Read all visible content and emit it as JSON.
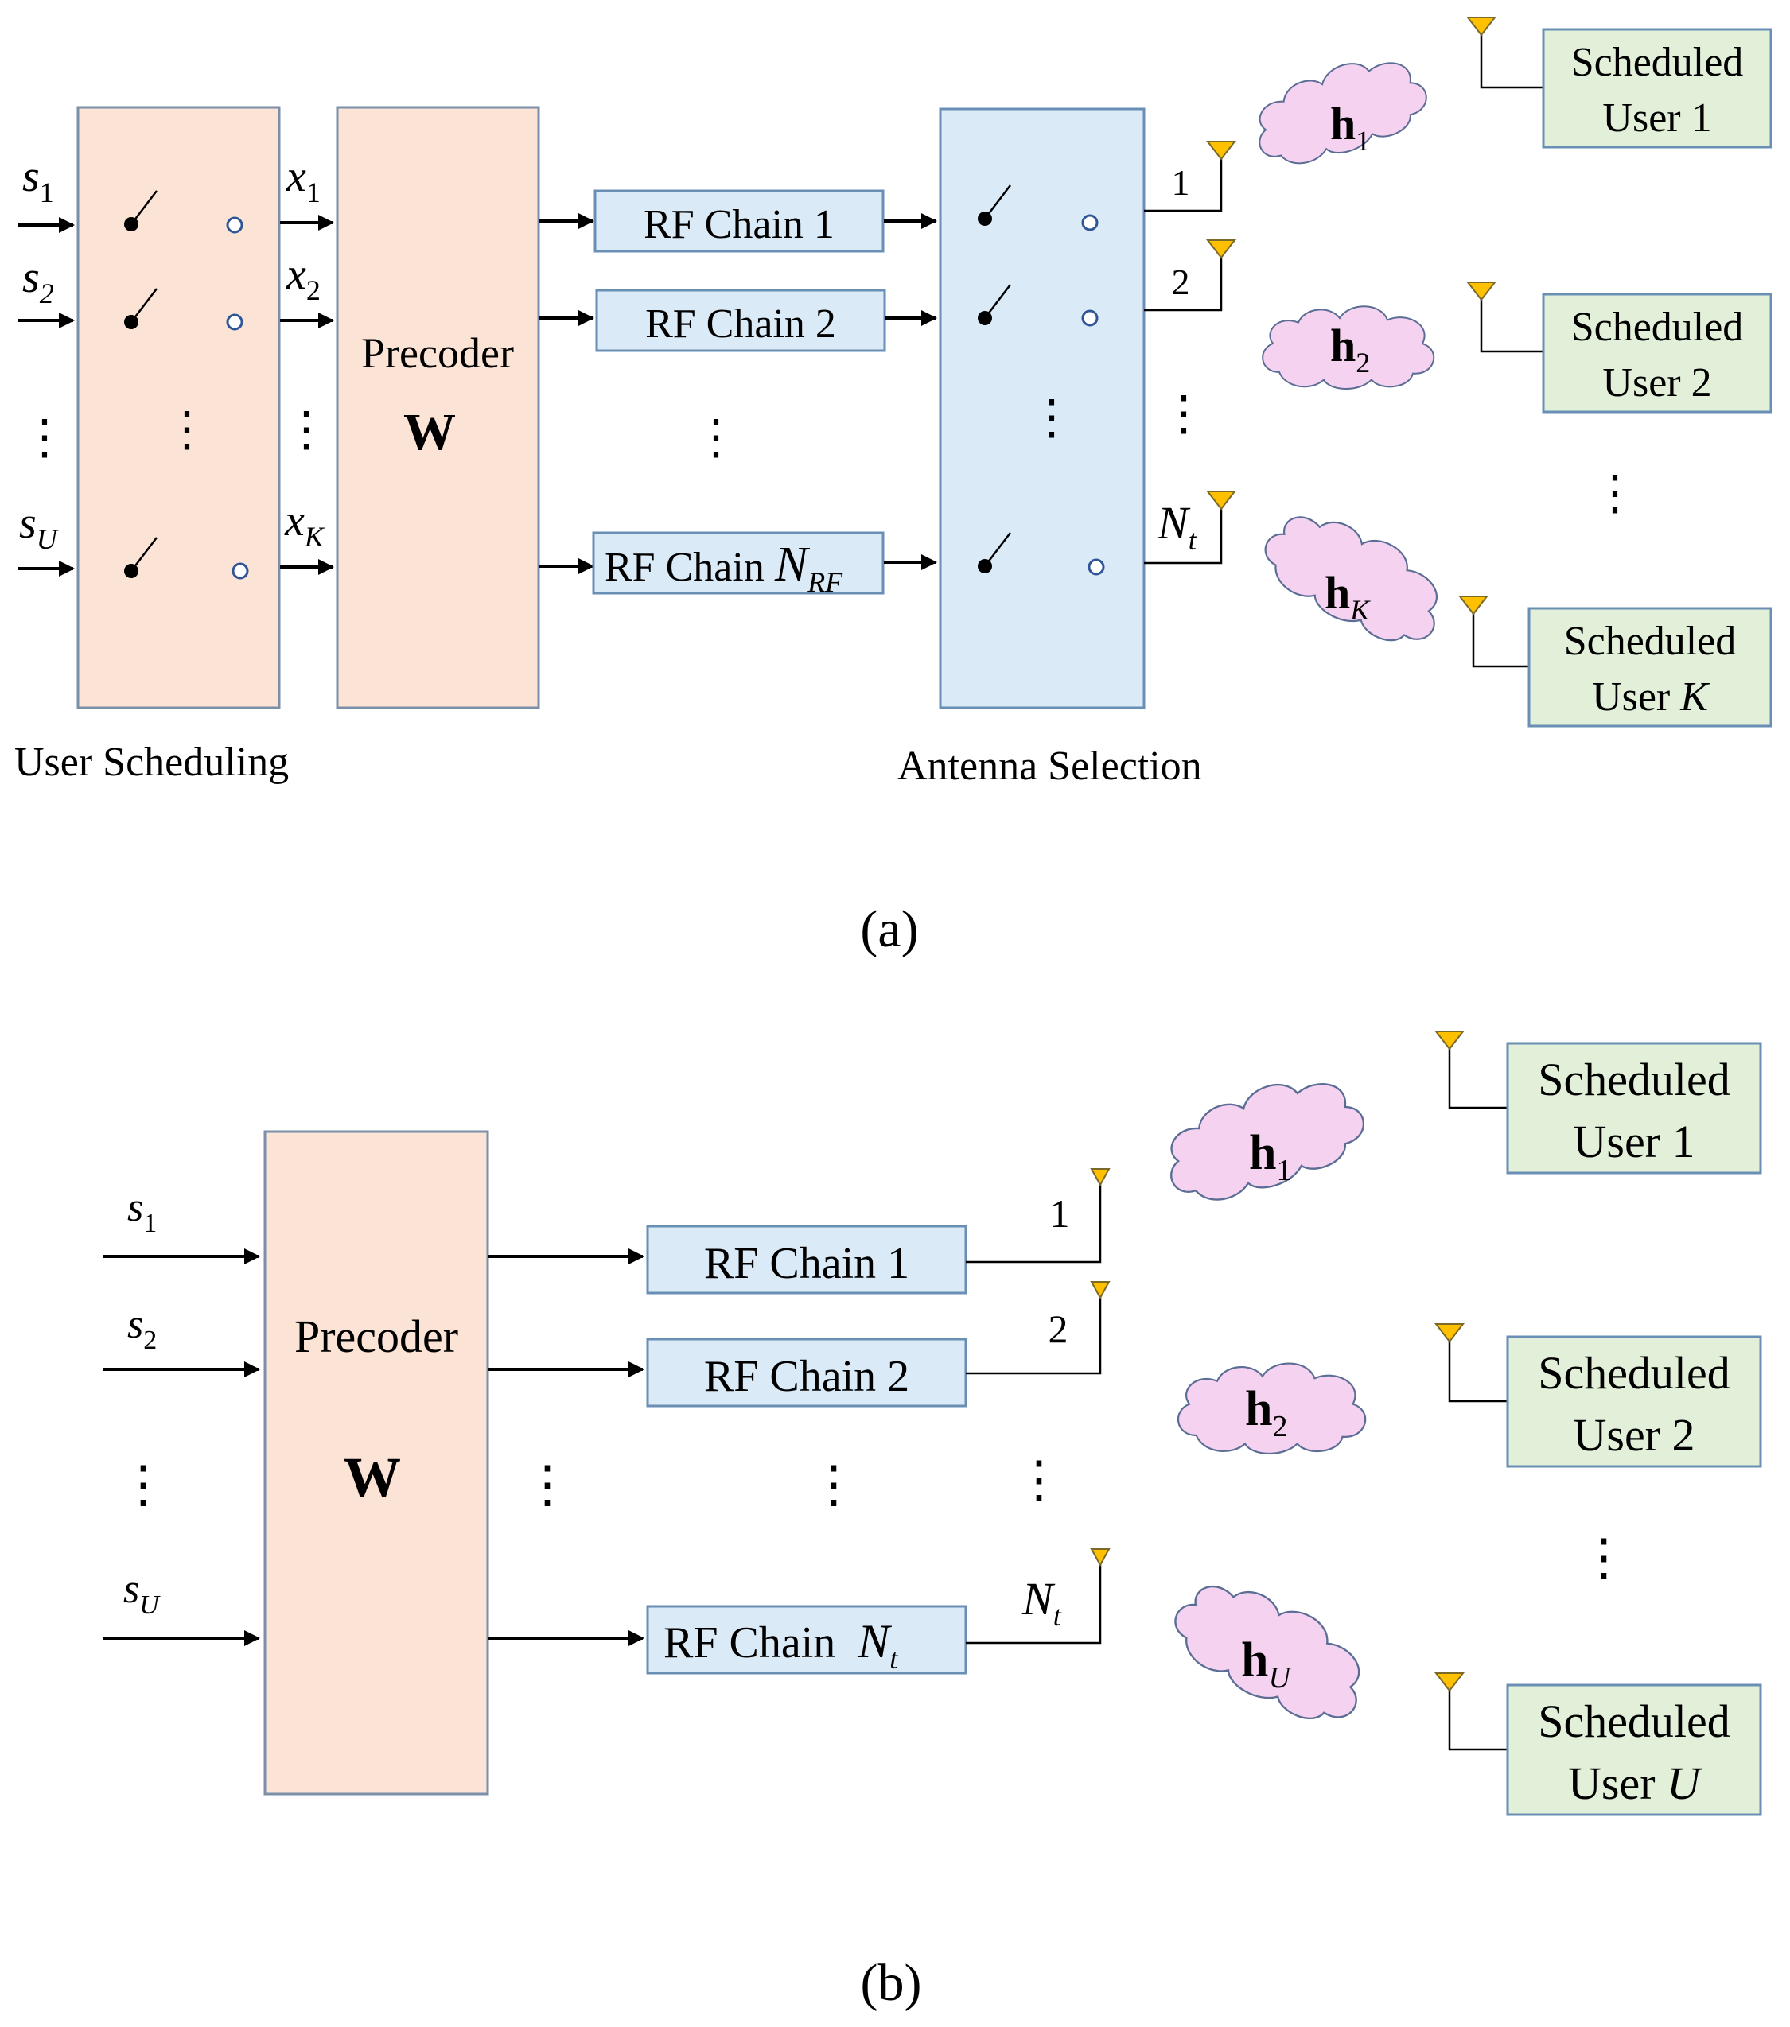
{
  "panel_a": {
    "caption": "(a)",
    "user_scheduling_label": "User Scheduling",
    "antenna_selection_label": "Antenna Selection",
    "inputs": [
      {
        "sym": "s",
        "sub": "1"
      },
      {
        "sym": "s",
        "sub": "2"
      },
      {
        "sym": "s",
        "sub": "U"
      }
    ],
    "scheduled": [
      {
        "sym": "x",
        "sub": "1"
      },
      {
        "sym": "x",
        "sub": "2"
      },
      {
        "sym": "x",
        "sub": "K"
      }
    ],
    "precoder": {
      "label": "Precoder",
      "matrix": "W"
    },
    "rf_chains": [
      {
        "label": "RF Chain 1",
        "sym": "",
        "sub": ""
      },
      {
        "label": "RF Chain 2",
        "sym": "",
        "sub": ""
      },
      {
        "label": "RF Chain ",
        "sym": "N",
        "sub": "RF"
      }
    ],
    "antennas": [
      {
        "label": "1",
        "sym": "",
        "sub": ""
      },
      {
        "label": "2",
        "sym": "",
        "sub": ""
      },
      {
        "label": "",
        "sym": "N",
        "sub": "t"
      }
    ],
    "channels": [
      {
        "sym": "h",
        "sub": "1"
      },
      {
        "sym": "h",
        "sub": "2"
      },
      {
        "sym": "h",
        "sub": "K"
      }
    ],
    "users": [
      {
        "line1": "Scheduled",
        "line2": "User ",
        "idx": "1",
        "italic": false
      },
      {
        "line1": "Scheduled",
        "line2": "User ",
        "idx": "2",
        "italic": false
      },
      {
        "line1": "Scheduled",
        "line2": "User ",
        "idx": "K",
        "italic": true
      }
    ],
    "ellipsis": "⋮"
  },
  "panel_b": {
    "caption": "(b)",
    "inputs": [
      {
        "sym": "s",
        "sub": "1"
      },
      {
        "sym": "s",
        "sub": "2"
      },
      {
        "sym": "s",
        "sub": "U"
      }
    ],
    "precoder": {
      "label": "Precoder",
      "matrix": "W"
    },
    "rf_chains": [
      {
        "label": "RF Chain 1",
        "sym": "",
        "sub": ""
      },
      {
        "label": "RF Chain 2",
        "sym": "",
        "sub": ""
      },
      {
        "label": "RF Chain  ",
        "sym": "N",
        "sub": "t"
      }
    ],
    "antennas": [
      {
        "label": "1",
        "sym": "",
        "sub": ""
      },
      {
        "label": "2",
        "sym": "",
        "sub": ""
      },
      {
        "label": "",
        "sym": "N",
        "sub": "t"
      }
    ],
    "channels": [
      {
        "sym": "h",
        "sub": "1"
      },
      {
        "sym": "h",
        "sub": "2"
      },
      {
        "sym": "h",
        "sub": "U"
      }
    ],
    "users": [
      {
        "line1": "Scheduled",
        "line2": "User ",
        "idx": "1",
        "italic": false
      },
      {
        "line1": "Scheduled",
        "line2": "User ",
        "idx": "2",
        "italic": false
      },
      {
        "line1": "Scheduled",
        "line2": "User ",
        "idx": "U",
        "italic": true
      }
    ],
    "ellipsis": "⋮"
  },
  "colors": {
    "block_peach": "#fbe3d6",
    "block_blue": "#dbeaf7",
    "user_green": "#e2f0d9",
    "cloud_pink": "#f6d2f1",
    "antenna_yellow": "#ffc000"
  }
}
